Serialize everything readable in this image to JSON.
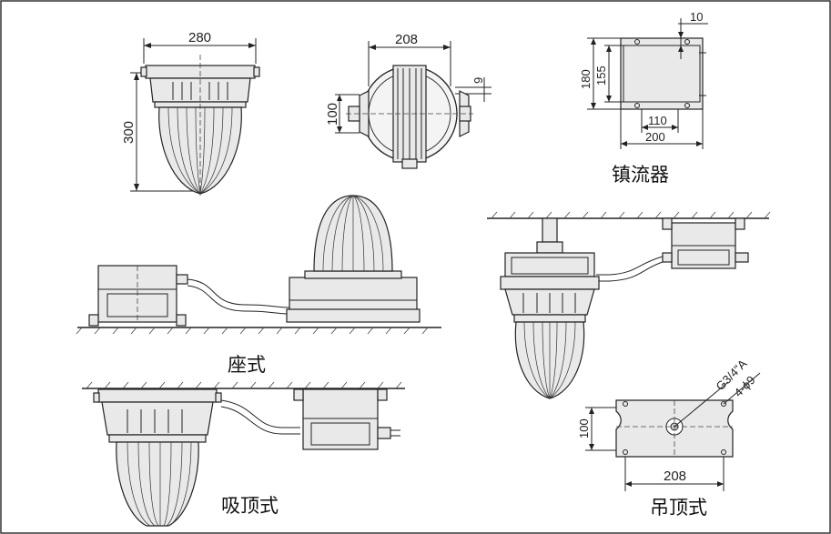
{
  "views": {
    "front_view": {
      "width_label": "280",
      "height_label": "300"
    },
    "top_view": {
      "width_label": "208",
      "side_label": "100",
      "gap_label": "9"
    },
    "ballast": {
      "height_outer_label": "180",
      "height_inner_label": "155",
      "offset_label": "10",
      "hole_spacing_label": "110",
      "width_label": "200",
      "caption": "镇流器"
    },
    "floor_mount": {
      "caption": "座式"
    },
    "ceiling_mount": {
      "caption": "吸顶式"
    },
    "pendant_mount": {
      "caption": "吊顶式",
      "thread_label": "G3/4\"A",
      "holes_label": "4-ϕ9",
      "height_label": "100",
      "width_label": "208"
    }
  },
  "colors": {
    "line": "#222222",
    "fill": "#e9e9e9",
    "border": "#333333"
  }
}
